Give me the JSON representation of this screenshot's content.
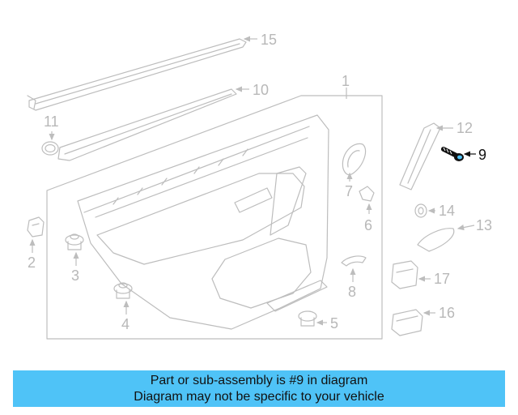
{
  "callouts": {
    "c1": "1",
    "c2": "2",
    "c3": "3",
    "c4": "4",
    "c5": "5",
    "c6": "6",
    "c7": "7",
    "c8": "8",
    "c9": "9",
    "c10": "10",
    "c11": "11",
    "c12": "12",
    "c13": "13",
    "c14": "14",
    "c15": "15",
    "c16": "16",
    "c17": "17"
  },
  "highlighted_part": "9",
  "colors": {
    "part_line": "#bdbdbd",
    "highlight": "#111111",
    "banner_bg": "#4fc3f7"
  },
  "banner": {
    "line1": "Part or sub-assembly is #9 in diagram",
    "line2": "Diagram may not be specific to your vehicle"
  }
}
